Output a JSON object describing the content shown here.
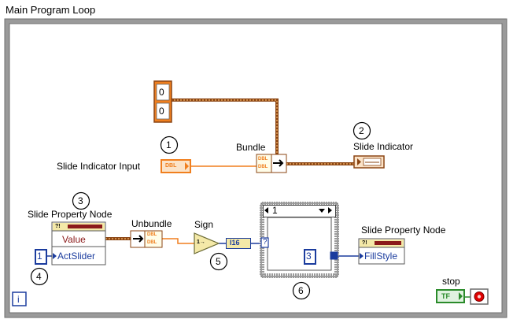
{
  "loop": {
    "title": "Main Program Loop",
    "iteration_label": "i"
  },
  "cluster_constant": {
    "values": [
      "0",
      "0"
    ]
  },
  "nodes": {
    "bundle": "Bundle",
    "unbundle": "Unbundle",
    "sign": "Sign",
    "slide_indicator_input": "Slide Indicator Input",
    "slide_indicator": "Slide Indicator",
    "slide_property_node_left": "Slide Property Node",
    "slide_property_node_right": "Slide Property Node",
    "stop": "stop"
  },
  "terminals": {
    "dbl": "DBL",
    "i16": "I16",
    "tf": "TF",
    "sign_symbol": "1→",
    "question": "?"
  },
  "property_node_left": {
    "property_value": "Value",
    "property_actslider": "ActSlider",
    "header_glyph": "?!"
  },
  "property_node_right": {
    "property_fillstyle": "FillStyle",
    "header_glyph": "?!"
  },
  "constants": {
    "actslider": "1",
    "fillstyle": "3"
  },
  "case_structure": {
    "selector": "1"
  },
  "callouts": [
    "1",
    "2",
    "3",
    "4",
    "5",
    "6"
  ]
}
